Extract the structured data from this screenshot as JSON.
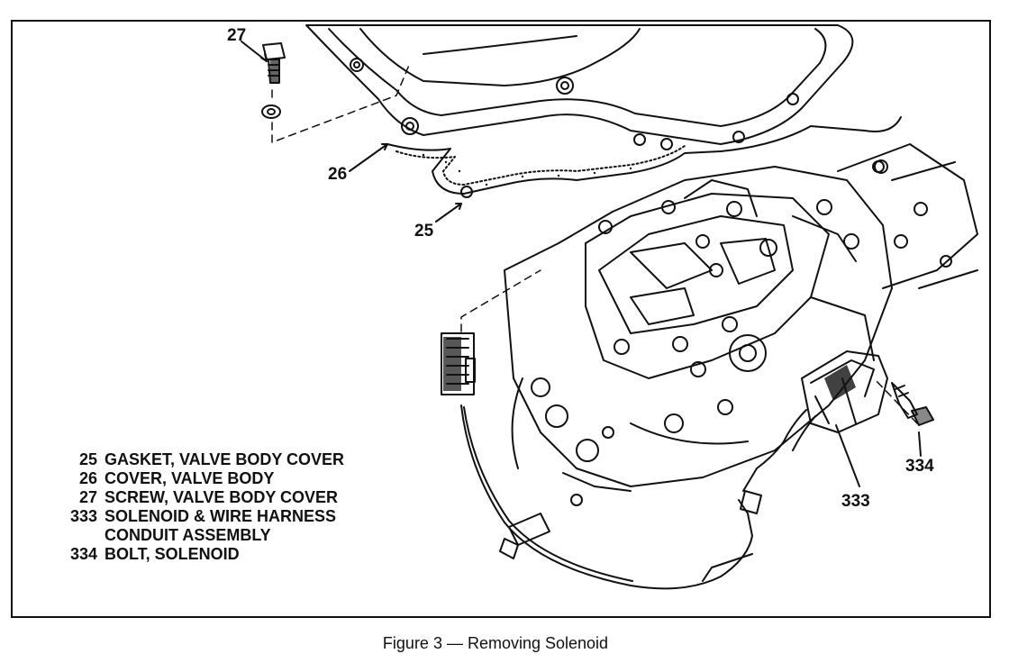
{
  "callouts": {
    "c27": "27",
    "c26": "26",
    "c25": "25",
    "c334": "334",
    "c333": "333"
  },
  "legend": [
    {
      "num": "25",
      "desc": "GASKET, VALVE BODY COVER"
    },
    {
      "num": "26",
      "desc": "COVER, VALVE BODY"
    },
    {
      "num": "27",
      "desc": "SCREW, VALVE BODY COVER"
    },
    {
      "num": "333",
      "desc": "SOLENOID & WIRE HARNESS",
      "cont": "CONDUIT ASSEMBLY"
    },
    {
      "num": "334",
      "desc": "BOLT, SOLENOID"
    }
  ],
  "caption": "Figure 3 — Removing Solenoid"
}
